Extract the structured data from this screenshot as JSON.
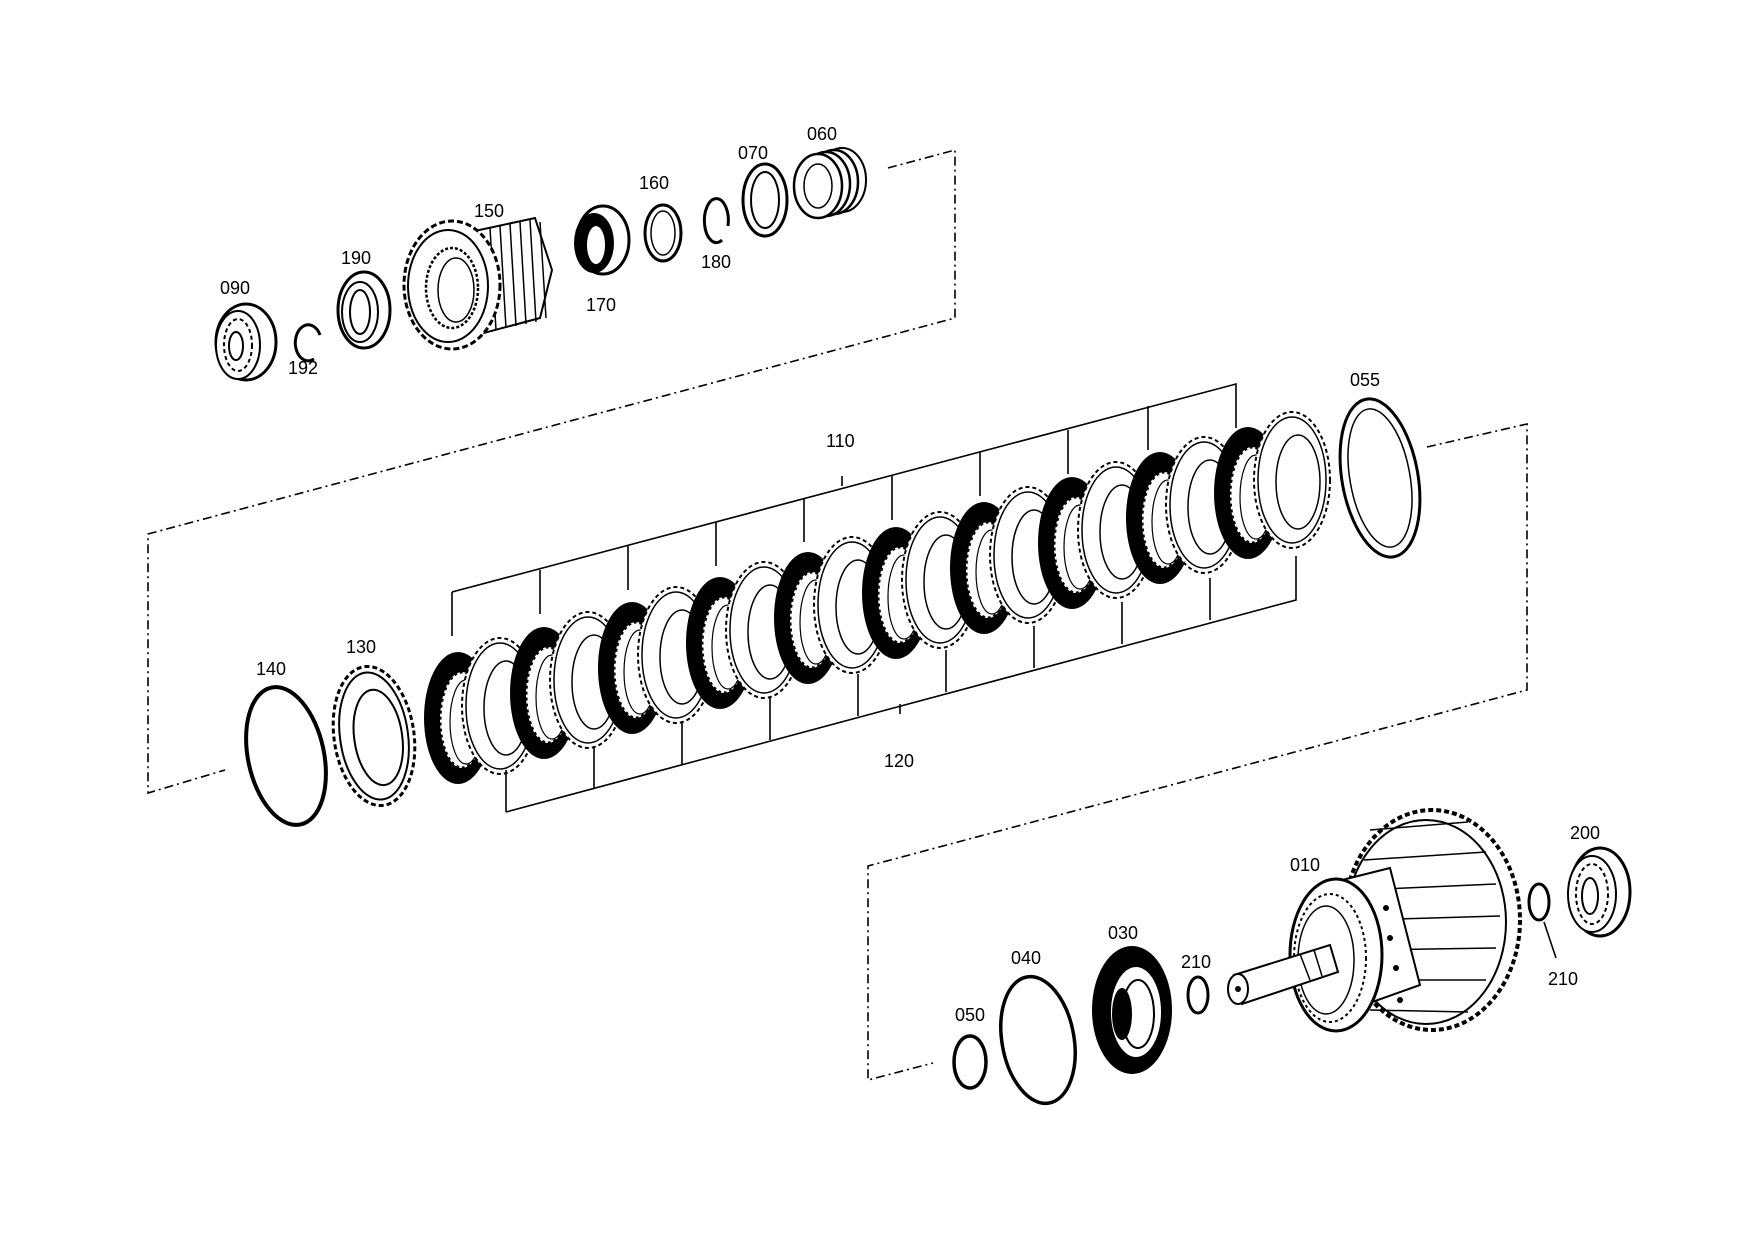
{
  "labels": {
    "l010": "010",
    "l030": "030",
    "l040": "040",
    "l050": "050",
    "l055": "055",
    "l060": "060",
    "l070": "070",
    "l090": "090",
    "l110": "110",
    "l120": "120",
    "l130": "130",
    "l140": "140",
    "l150": "150",
    "l160": "160",
    "l170": "170",
    "l180": "180",
    "l190": "190",
    "l192": "192",
    "l200": "200",
    "l210a": "210",
    "l210b": "210"
  },
  "clutch_pack": {
    "outer_plates": 10,
    "inner_plates": 10
  }
}
